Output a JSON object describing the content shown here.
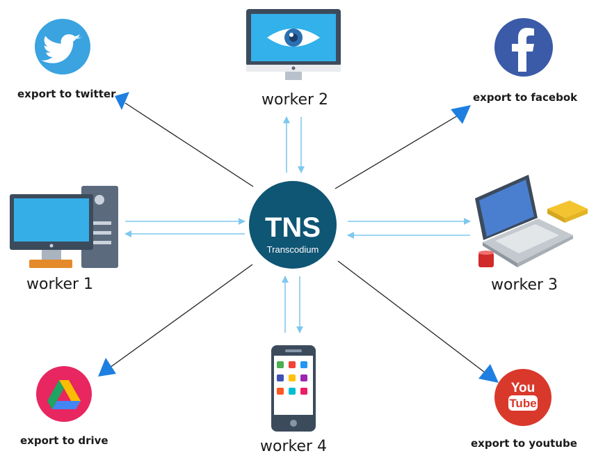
{
  "hub": {
    "title": "TNS",
    "subtitle": "Transcodium"
  },
  "workers": [
    {
      "id": "worker-1",
      "label": "worker 1",
      "icon": "desktop-computer-icon"
    },
    {
      "id": "worker-2",
      "label": "worker 2",
      "icon": "monitor-eye-icon"
    },
    {
      "id": "worker-3",
      "label": "worker 3",
      "icon": "laptop-icon"
    },
    {
      "id": "worker-4",
      "label": "worker 4",
      "icon": "smartphone-icon"
    }
  ],
  "exports": [
    {
      "id": "twitter",
      "label": "export to twitter",
      "icon": "twitter-icon",
      "color": "#3aa3e0"
    },
    {
      "id": "facebook",
      "label": "export to facebok",
      "icon": "facebook-icon",
      "color": "#3b5aa8"
    },
    {
      "id": "drive",
      "label": "export to drive",
      "icon": "google-drive-icon",
      "color": "#e8265f"
    },
    {
      "id": "youtube",
      "label": "export to youtube",
      "icon": "youtube-icon",
      "color": "#d9392b"
    }
  ],
  "colors": {
    "hub": "#0f5574",
    "bidirectional_arrow": "#7ec8ee",
    "export_line": "#222222",
    "export_arrowhead": "#1e7fe0"
  }
}
